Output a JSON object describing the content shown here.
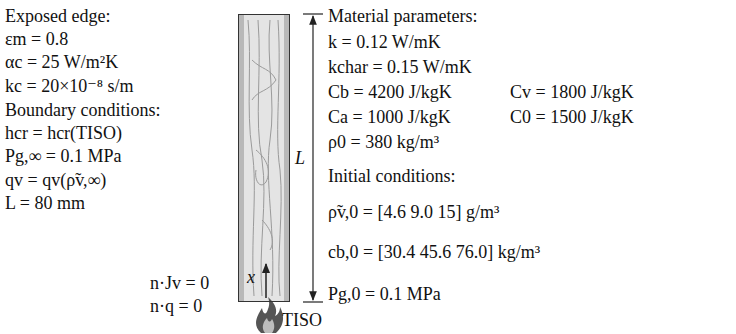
{
  "diagram": {
    "nodes": [
      {
        "text": [
          "x"
        ]
      }
    ],
    "labels": [
      "Exposed edge:",
      "εm = 0.8",
      "αc = 25 W/m²K",
      "kc = 20×10⁻⁸ s/m",
      "Boundary conditions:",
      "hcr = hcr(TISO)",
      "Pg,∞ = 0.1 MPa",
      "qv = qv(ρ̃v,∞)",
      "L = 80 mm",
      "n·Jv = 0",
      "n·q = 0",
      "TISO",
      "L",
      "Material parameters:",
      "k = 0.12 W/mK",
      "kchar = 0.15 W/mK",
      "Cb = 4200 J/kgK",
      "Cv = 1800 J/kgK",
      "Ca = 1000 J/kgK",
      "C0 = 1500 J/kgK",
      "ρ0 = 380 kg/m³",
      "Initial conditions:",
      "ρ̃v,0 = [4.6 9.0 15] g/m³",
      "cb,0 = [30.4 45.6 76.0] kg/m³",
      "Pg,0 = 0.1 MPa"
    ]
  }
}
